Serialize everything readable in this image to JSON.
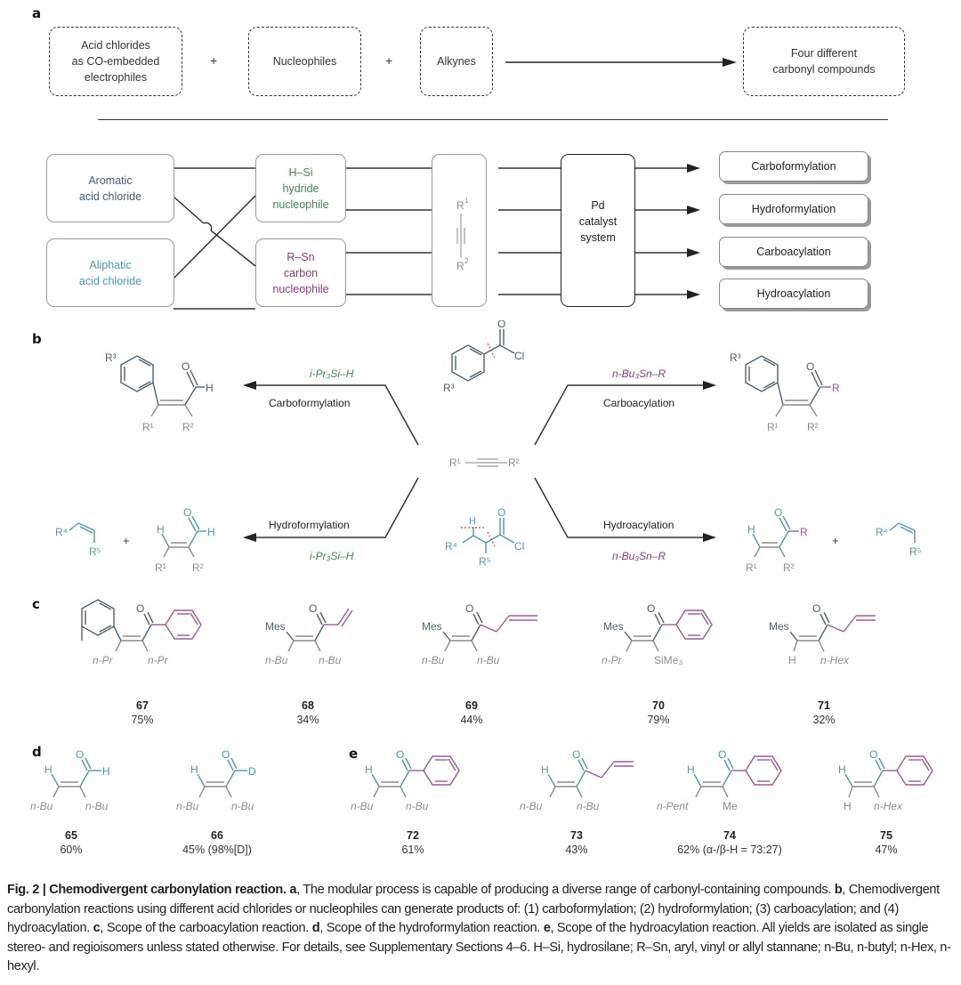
{
  "colors": {
    "aromatic": "#3f5e78",
    "aliphatic": "#4a9ab8",
    "hydride": "#3e8a55",
    "carbon_nucleophile": "#8a3a86",
    "substituent_gray": "#8c8c8c",
    "core_dark": "#4a6272",
    "core_teal": "#4a9ab0",
    "acyl_purple": "#9b5a95",
    "cleave_red": "#c0607a"
  },
  "panel_a": {
    "label": "a",
    "inputs": [
      {
        "lines": [
          "Acid chlorides",
          "as CO-embedded",
          "electrophiles"
        ]
      },
      {
        "lines": [
          "Nucleophiles"
        ]
      },
      {
        "lines": [
          "Alkynes"
        ]
      }
    ],
    "plus": "+",
    "output": {
      "lines": [
        "Four different",
        "carbonyl compounds"
      ]
    },
    "acid_chlorides": [
      {
        "lines": [
          "Aromatic",
          "acid chloride"
        ]
      },
      {
        "lines": [
          "Aliphatic",
          "acid chloride"
        ]
      }
    ],
    "nucleophiles": [
      {
        "lines": [
          "H–Si",
          "hydride",
          "nucleophile"
        ]
      },
      {
        "lines": [
          "R–Sn",
          "carbon",
          "nucleophile"
        ]
      }
    ],
    "alkyne": {
      "top": "R",
      "top_sup": "1",
      "bottom": "R",
      "bottom_sup": "2"
    },
    "catalyst": {
      "lines": [
        "Pd",
        "catalyst",
        "system"
      ]
    },
    "products": [
      "Carboformylation",
      "Hydroformylation",
      "Carboacylation",
      "Hydroacylation"
    ]
  },
  "panel_b": {
    "label": "b",
    "reactions": [
      {
        "name": "Carboformylation",
        "reagent": "i-Pr₃Si–H"
      },
      {
        "name": "Carboacylation",
        "reagent": "n-Bu₃Sn–R"
      },
      {
        "name": "Hydroformylation",
        "reagent": "i-Pr₃Si–H"
      },
      {
        "name": "Hydroacylation",
        "reagent": "n-Bu₃Sn–R"
      }
    ],
    "alkyne": {
      "left": "R¹",
      "right": "R²"
    },
    "plus": "+"
  },
  "panel_c": {
    "label": "c",
    "compounds": [
      {
        "number": "67",
        "yield": "75%",
        "left_top": "",
        "left_bottom": "n-Pr",
        "right_bottom": "n-Pr"
      },
      {
        "number": "68",
        "yield": "34%",
        "left_top": "Mes",
        "left_bottom": "n-Bu",
        "right_bottom": "n-Bu"
      },
      {
        "number": "69",
        "yield": "44%",
        "left_top": "Mes",
        "left_bottom": "n-Bu",
        "right_bottom": "n-Bu"
      },
      {
        "number": "70",
        "yield": "79%",
        "left_top": "Mes",
        "left_bottom": "n-Pr",
        "right_bottom": "SiMe₃"
      },
      {
        "number": "71",
        "yield": "32%",
        "left_top": "Mes",
        "left_bottom": "H",
        "right_bottom": "n-Hex"
      }
    ]
  },
  "panel_d": {
    "label": "d",
    "compounds": [
      {
        "number": "65",
        "yield": "60%",
        "left_bottom": "n-Bu",
        "right_bottom": "n-Bu",
        "terminal": "H"
      },
      {
        "number": "66",
        "yield": "45% (98%[D])",
        "left_bottom": "n-Bu",
        "right_bottom": "n-Bu",
        "terminal": "D"
      }
    ]
  },
  "panel_e": {
    "label": "e",
    "compounds": [
      {
        "number": "72",
        "yield": "61%",
        "left_bottom": "n-Bu",
        "right_bottom": "n-Bu"
      },
      {
        "number": "73",
        "yield": "43%",
        "left_bottom": "n-Bu",
        "right_bottom": "n-Bu"
      },
      {
        "number": "74",
        "yield": "62% (α-/β-H = 73:27)",
        "left_bottom": "n-Pent",
        "right_bottom": "Me"
      },
      {
        "number": "75",
        "yield": "47%",
        "left_bottom": "H",
        "right_bottom": "n-Hex"
      }
    ]
  },
  "caption": {
    "fig": "Fig. 2 | Chemodivergent carbonylation reaction.",
    "a_label": "a",
    "a_text": ", The modular process is capable of producing a diverse range of carbonyl-containing compounds.",
    "b_label": "b",
    "b_text": ", Chemodivergent carbonylation reactions using different acid chlorides or nucleophiles can generate products of: (1) carboformylation; (2) hydroformylation; (3) carboacylation; and (4) hydroacylation.",
    "c_label": "c",
    "c_text": ", Scope of the carboacylation reaction.",
    "d_label": "d",
    "d_text": ", Scope of the hydroformylation reaction.",
    "e_label": "e",
    "e_text": ", Scope of the hydroacylation reaction. All yields are isolated as single stereo- and regioisomers unless stated otherwise. For details, see Supplementary Sections 4–6. H–Si, hydrosilane; R–Sn, aryl, vinyl or allyl stannane; n-Bu, n-butyl; n-Hex, n-hexyl."
  }
}
